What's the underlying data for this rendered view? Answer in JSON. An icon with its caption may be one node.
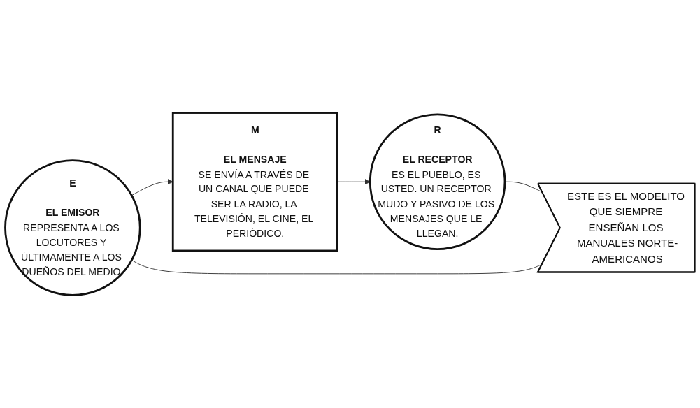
{
  "diagram": {
    "nodes": [
      {
        "text": [
          "E",
          "EL EMISOR",
          "REPRESENTA A LOS LOCUTORES Y ÚLTIMAMENTE A LOS DUEÑOS DEL MEDIO."
        ]
      },
      {
        "text": [
          "M",
          "EL MENSAJE",
          "SE ENVÍA A TRAVÉS DE UN CANAL QUE PUEDE SER LA RADIO, LA TELEVISIÓN, EL CINE, EL PERIÓDICO."
        ]
      },
      {
        "text": [
          "R",
          "EL RECEPTOR",
          "ES EL PUEBLO, ES USTED. UN RECEPTOR MUDO Y PASIVO DE LOS MENSAJES QUE LE LLEGAN."
        ]
      },
      {
        "text": [
          "ESTE ES EL MODELITO QUE SIEMPRE ENSEÑAN LOS MANUALES NORTE-AMERICANOS"
        ]
      }
    ],
    "edges": [
      {
        "from": 0,
        "to": 1,
        "arrow": "to"
      },
      {
        "from": 1,
        "to": 2,
        "arrow": "to"
      },
      {
        "from": 2,
        "to": 3,
        "arrow": "none"
      },
      {
        "from": 3,
        "to": 0,
        "arrow": "none"
      }
    ]
  }
}
